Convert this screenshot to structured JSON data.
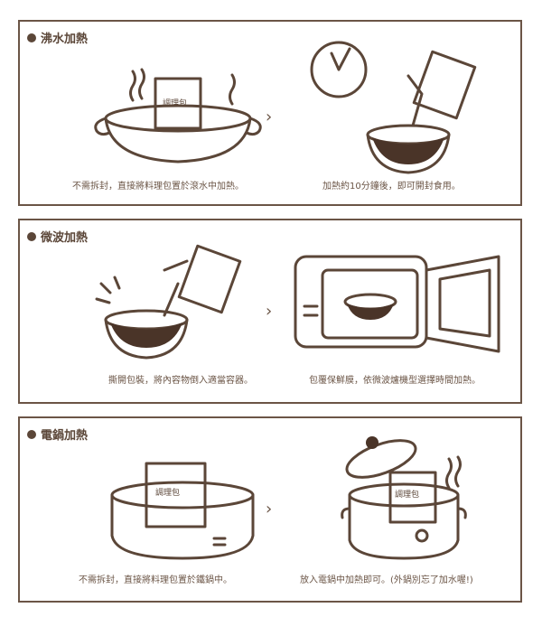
{
  "sections": [
    {
      "title": "沸水加熱",
      "steps": [
        "不需拆封，直接將料理包置於滾水中加熱。",
        "加熱約10分鐘後，即可開封食用。"
      ]
    },
    {
      "title": "微波加熱",
      "steps": [
        "撕開包裝，將內容物倒入適當容器。",
        "包覆保鮮膜，依微波爐機型選擇時間加熱。"
      ]
    },
    {
      "title": "電鍋加熱",
      "steps": [
        "不需拆封，直接將料理包置於鐵鍋中。",
        "放入電鍋中加熱即可。(外鍋別忘了加水喔!)"
      ]
    }
  ],
  "pouch_label": "調理包",
  "arrow": "›",
  "colors": {
    "ink": "#5b4638"
  }
}
